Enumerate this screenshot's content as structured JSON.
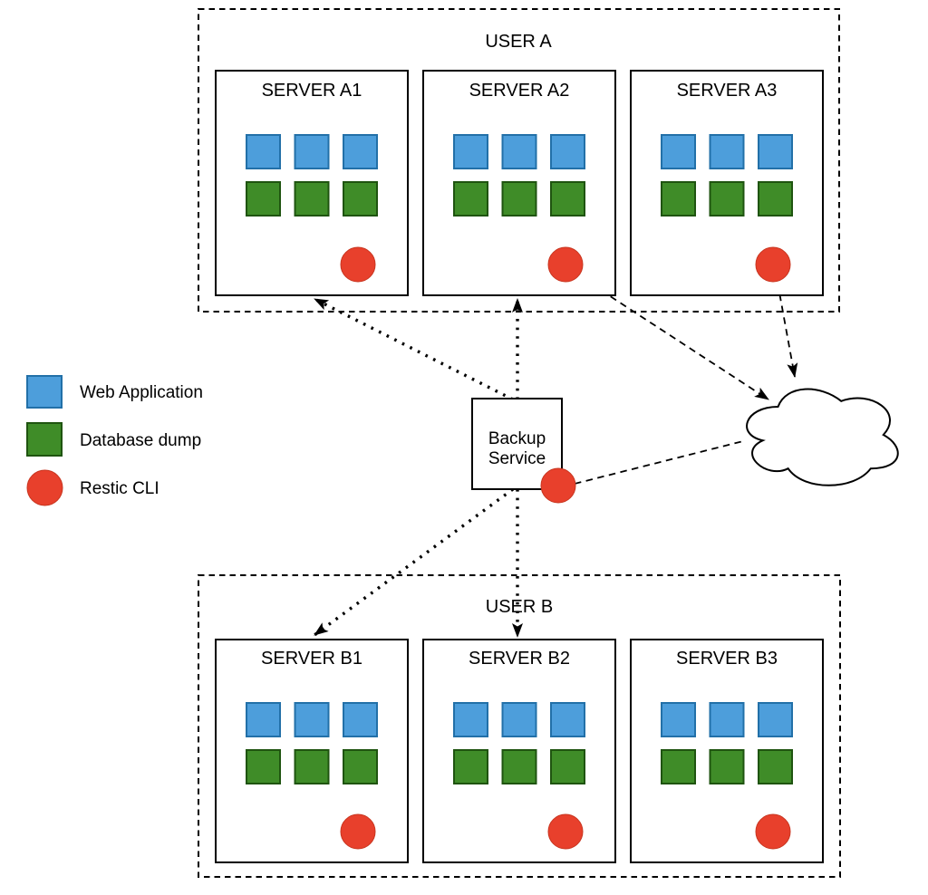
{
  "groups": [
    {
      "label": "USER A",
      "servers": [
        {
          "name": "SERVER A1"
        },
        {
          "name": "SERVER A2"
        },
        {
          "name": "SERVER A3"
        }
      ]
    },
    {
      "label": "USER B",
      "servers": [
        {
          "name": "SERVER B1"
        },
        {
          "name": "SERVER B2"
        },
        {
          "name": "SERVER B3"
        }
      ]
    }
  ],
  "backup_service": {
    "label": "Backup Service",
    "line1": "Backup",
    "line2": "Service"
  },
  "legend": {
    "items": [
      {
        "label": "Web Application",
        "color": "#4D9EDB"
      },
      {
        "label": "Database dump",
        "color": "#3F8C28"
      },
      {
        "label": "Restic CLI",
        "color": "#E8402C"
      }
    ]
  },
  "colors": {
    "web_app": "#4D9EDB",
    "web_app_border": "#2270A8",
    "db_dump": "#3F8C28",
    "db_dump_border": "#1F5410",
    "restic": "#E8402C",
    "line": "#000000"
  },
  "edges": [
    {
      "from": "backup-service",
      "to": "server-a1",
      "style": "dotted",
      "arrow": "end"
    },
    {
      "from": "backup-service",
      "to": "server-a2",
      "style": "dotted",
      "arrow": "end"
    },
    {
      "from": "backup-service",
      "to": "server-b1",
      "style": "dotted",
      "arrow": "end"
    },
    {
      "from": "backup-service",
      "to": "server-b2",
      "style": "dotted",
      "arrow": "end"
    },
    {
      "from": "server-a2-restic-cli",
      "to": "cloud",
      "style": "dashed",
      "arrow": "end"
    },
    {
      "from": "server-a3-restic-cli",
      "to": "cloud",
      "style": "dashed",
      "arrow": "end"
    },
    {
      "from": "backup-service-restic-cli",
      "to": "cloud",
      "style": "dashed",
      "arrow": "none"
    }
  ]
}
